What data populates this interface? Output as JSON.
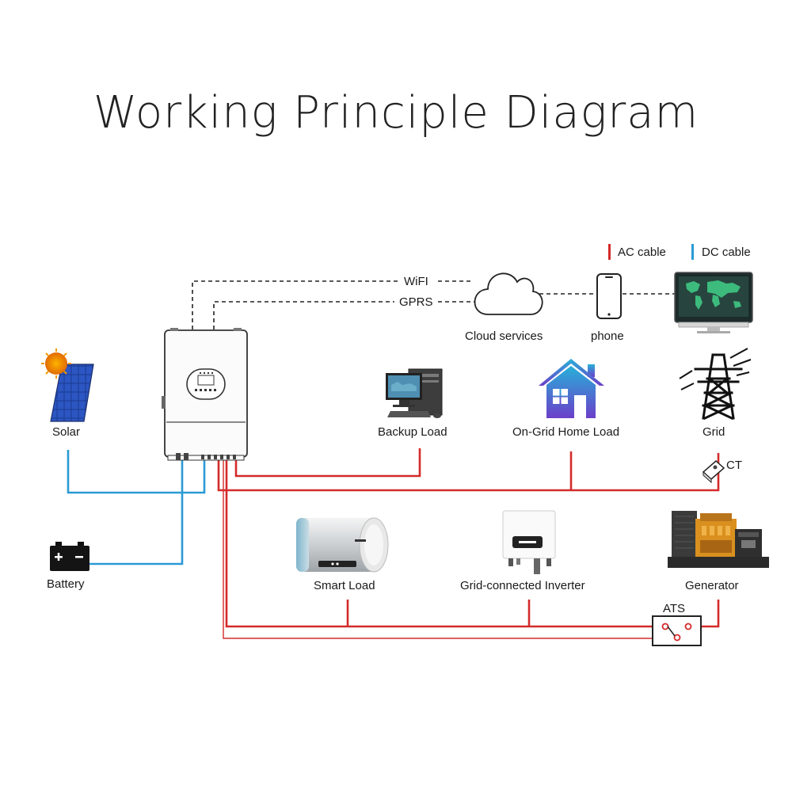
{
  "title": "Working Principle Diagram",
  "legend": {
    "ac_label": "AC cable",
    "dc_label": "DC cable",
    "ac_color": "#d42a2a",
    "dc_color": "#2b9ad4"
  },
  "links": {
    "wifi": "WiFI",
    "gprs": "GPRS"
  },
  "nodes": {
    "cloud": "Cloud services",
    "phone": "phone",
    "solar": "Solar",
    "battery": "Battery",
    "backup_load": "Backup Load",
    "home_load": "On-Grid Home Load",
    "grid": "Grid",
    "ct": "CT",
    "smart_load": "Smart Load",
    "grid_inverter": "Grid-connected Inverter",
    "generator": "Generator",
    "ats": "ATS"
  },
  "icons": {
    "solar": "solar-panel-icon",
    "battery": "battery-icon",
    "inverter": "hybrid-inverter-icon",
    "cloud": "cloud-icon",
    "phone": "smartphone-icon",
    "monitor": "monitor-icon",
    "computer": "desktop-computer-icon",
    "house": "house-icon",
    "tower": "transmission-tower-icon",
    "heater": "water-heater-icon",
    "grid_inverter": "grid-inverter-icon",
    "generator": "generator-icon",
    "ct": "current-transformer-icon"
  }
}
